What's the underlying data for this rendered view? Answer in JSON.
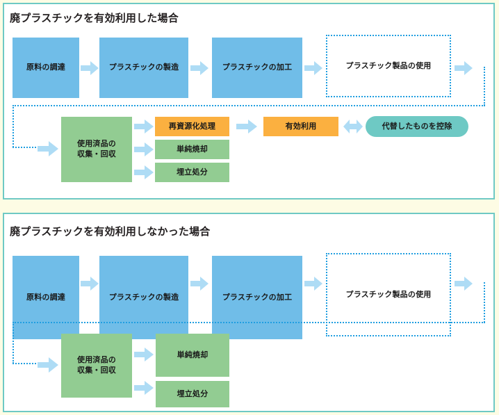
{
  "page": {
    "background_color": "#fdfce4",
    "panel_border_color": "#6ec9c4",
    "accent_blue": "#70bde8",
    "accent_green": "#92cc92",
    "accent_orange": "#fbb040",
    "accent_teal": "#6ec9c4",
    "arrow_color": "#aedcf5",
    "dotted_color": "#1f9ee0"
  },
  "panels": [
    {
      "id": "used",
      "title": "廃プラスチックを有効利用した場合",
      "chain": [
        {
          "label": "原料の調達",
          "style": "blue"
        },
        {
          "label": "プラスチックの製造",
          "style": "blue"
        },
        {
          "label": "プラスチックの加工",
          "style": "blue"
        },
        {
          "label": "プラスチック製品の使用",
          "style": "dotted"
        }
      ],
      "collection": {
        "label": "使用済品の\n収集・回収",
        "line1": "使用済品の",
        "line2": "収集・回収",
        "style": "green"
      },
      "treatments": [
        {
          "label": "再資源化処理",
          "style": "orange"
        },
        {
          "label": "単純焼却",
          "style": "green"
        },
        {
          "label": "埋立処分",
          "style": "green"
        }
      ],
      "outcome": {
        "label": "有効利用",
        "style": "orange"
      },
      "credit": {
        "label": "代替したものを控除",
        "style": "teal"
      }
    },
    {
      "id": "not-used",
      "title": "廃プラスチックを有効利用しなかった場合",
      "chain": [
        {
          "label": "原料の調達",
          "style": "blue"
        },
        {
          "label": "プラスチックの製造",
          "style": "blue"
        },
        {
          "label": "プラスチックの加工",
          "style": "blue"
        },
        {
          "label": "プラスチック製品の使用",
          "style": "dotted"
        }
      ],
      "collection": {
        "label": "使用済品の\n収集・回収",
        "line1": "使用済品の",
        "line2": "収集・回収",
        "style": "green"
      },
      "treatments": [
        {
          "label": "単純焼却",
          "style": "green"
        },
        {
          "label": "埋立処分",
          "style": "green"
        }
      ]
    }
  ]
}
